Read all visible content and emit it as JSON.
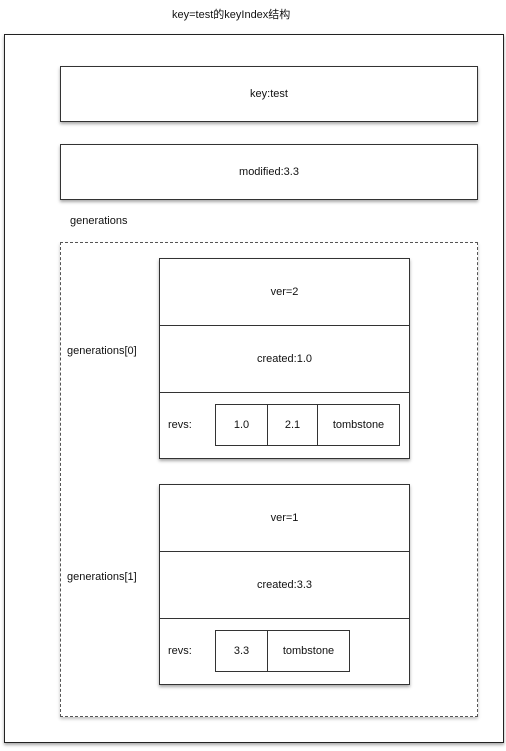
{
  "title": "key=test的keyIndex结构",
  "key_box": "key:test",
  "modified_box": "modified:3.3",
  "generations_label": "generations",
  "generations": [
    {
      "label": "generations[0]",
      "ver": "ver=2",
      "created": "created:1.0",
      "revs_label": "revs:",
      "revs": [
        "1.0",
        "2.1",
        "tombstone"
      ]
    },
    {
      "label": "generations[1]",
      "ver": "ver=1",
      "created": "created:3.3",
      "revs_label": "revs:",
      "revs": [
        "3.3",
        "tombstone"
      ]
    }
  ]
}
